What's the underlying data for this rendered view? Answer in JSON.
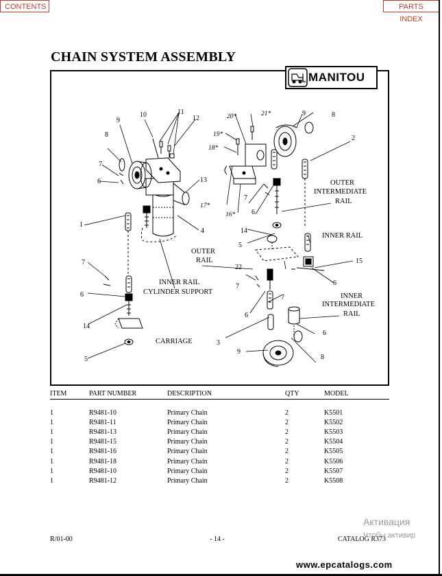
{
  "nav": {
    "contents": "CONTENTS",
    "parts_index": "PARTS INDEX"
  },
  "title": "CHAIN SYSTEM ASSEMBLY",
  "logo": {
    "text": "MANITOU"
  },
  "diagram": {
    "callouts": [
      "1",
      "2",
      "3",
      "4",
      "5",
      "6",
      "7",
      "8",
      "9",
      "10",
      "11",
      "12",
      "13",
      "14",
      "15",
      "16*",
      "17*",
      "18*",
      "19*",
      "20*",
      "21*",
      "22"
    ],
    "labels": {
      "outer_intermediate": [
        "OUTER",
        "INTERMEDIATE",
        "RAIL"
      ],
      "inner_rail": "INNER RAIL",
      "outer_rail": [
        "OUTER",
        "RAIL"
      ],
      "inner_rail_cyl": [
        "INNER RAIL",
        "CYLINDER SUPPORT"
      ],
      "inner_intermediate": [
        "INNER",
        "INTERMEDIATE",
        "RAIL"
      ],
      "carriage": "CARRIAGE"
    }
  },
  "table": {
    "headers": [
      "ITEM",
      "PART NUMBER",
      "DESCRIPTION",
      "QTY",
      "MODEL"
    ],
    "rows": [
      [
        "1",
        "R9481-10",
        "Primary Chain",
        "2",
        "K5501"
      ],
      [
        "1",
        "R9481-11",
        "Primary Chain",
        "2",
        "K5502"
      ],
      [
        "1",
        "R9481-13",
        "Primary Chain",
        "2",
        "K5503"
      ],
      [
        "1",
        "R9481-15",
        "Primary Chain",
        "2",
        "K5504"
      ],
      [
        "1",
        "R9481-16",
        "Primary Chain",
        "2",
        "K5505"
      ],
      [
        "1",
        "R9481-18",
        "Primary Chain",
        "2",
        "K5506"
      ],
      [
        "1",
        "R9481-10",
        "Primary Chain",
        "2",
        "K5507"
      ],
      [
        "1",
        "R9481-12",
        "Primary Chain",
        "2",
        "K5508"
      ]
    ]
  },
  "footer": {
    "left": "R/01-00",
    "center": "- 14 -",
    "right": "CATALOG R373"
  },
  "watermark": {
    "line1": "Активация",
    "line2": "Чтобы активир"
  },
  "site": "www.epcatalogs.com"
}
